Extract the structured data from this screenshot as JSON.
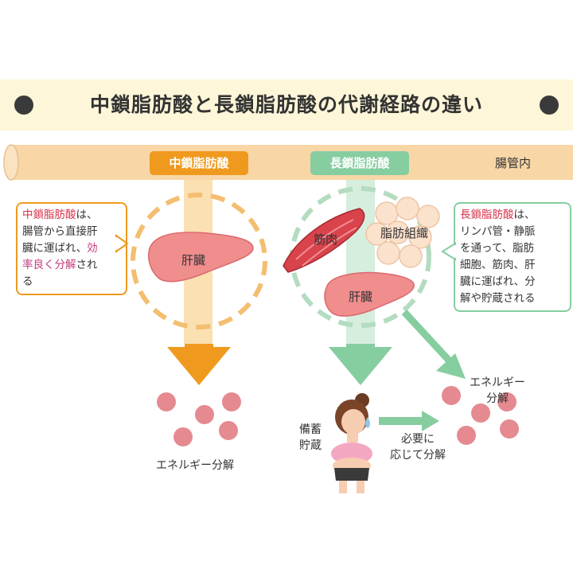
{
  "title": "中鎖脂肪酸と長鎖脂肪酸の代謝経路の違い",
  "intestine_label": "腸管内",
  "mct": {
    "badge": "中鎖脂肪酸",
    "organ": "肝臓",
    "result": "エネルギー分解",
    "callout": {
      "term": "中鎖脂肪酸",
      "line1": "は、",
      "line2": "腸管から直接肝",
      "line3a": "臓に運ばれ、",
      "line3b": "効",
      "line4a": "率良く分解",
      "line4b": "され",
      "line5": "る"
    }
  },
  "lct": {
    "badge": "長鎖脂肪酸",
    "muscle": "筋肉",
    "fat_tissue": "脂肪組織",
    "organ": "肝臓",
    "energy_line1": "エネルギー",
    "energy_line2": "分解",
    "storage_line1": "備蓄",
    "storage_line2": "貯蔵",
    "as_needed_line1": "必要に",
    "as_needed_line2": "応じて分解",
    "callout": {
      "term": "長鎖脂肪酸",
      "line1": "は、",
      "line2": "リンパ管・静脈",
      "line3": "を通って、脂肪",
      "line4": "細胞、筋肉、肝",
      "line5": "臓に運ばれ、分",
      "line6": "解や貯蔵される"
    }
  },
  "colors": {
    "orange": "#ef9a1e",
    "green": "#86cda0",
    "tube": "#f8d6a6",
    "particle": "#e58a90",
    "liver": "#f08d8d"
  }
}
